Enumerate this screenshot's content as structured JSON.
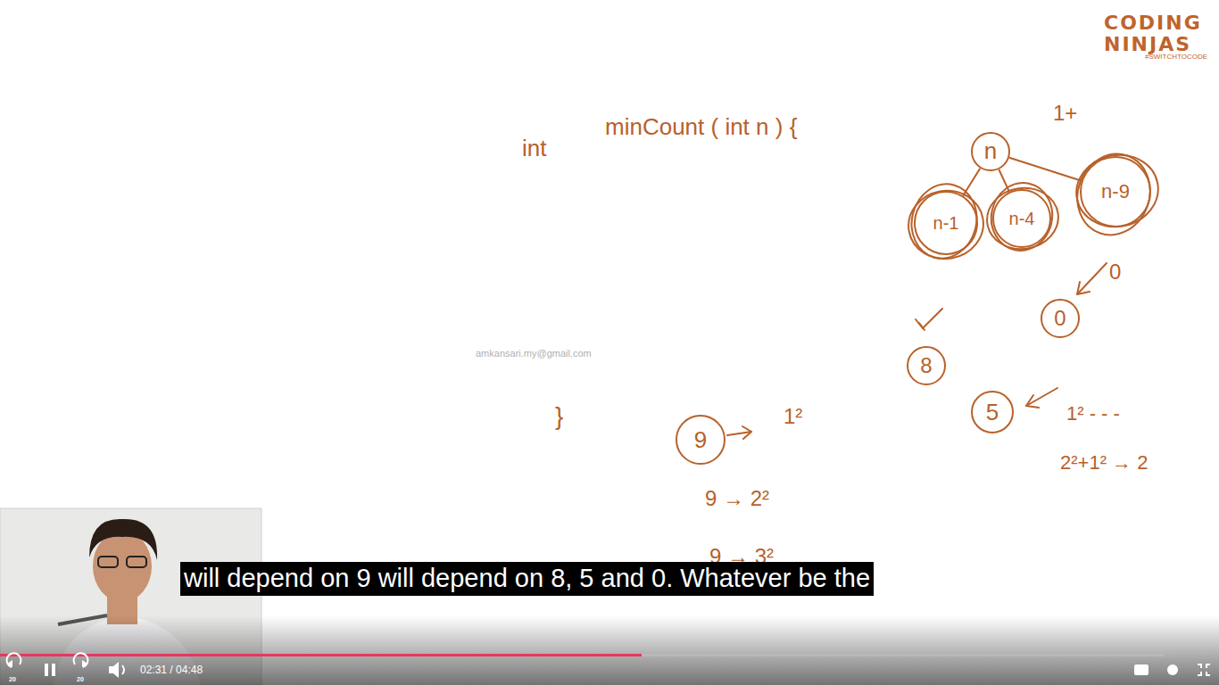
{
  "diagram": {
    "nodes": [
      {
        "text": [
          "n"
        ]
      },
      {
        "text": [
          "n-1"
        ]
      },
      {
        "text": [
          "n-4"
        ]
      },
      {
        "text": [
          "n-9"
        ]
      },
      {
        "text": [
          "0"
        ]
      },
      {
        "text": [
          "8"
        ]
      },
      {
        "text": [
          "5"
        ]
      },
      {
        "text": [
          "9"
        ]
      }
    ],
    "edges": [
      {
        "from": 0,
        "to": 1,
        "arrow": "none"
      },
      {
        "from": 0,
        "to": 2,
        "arrow": "none"
      },
      {
        "from": 0,
        "to": 3,
        "arrow": "none"
      }
    ],
    "labels": [
      "int",
      "minCount ( int n ) {",
      "}",
      "1+",
      "0",
      "1²",
      "1² - - -",
      "2²+1² → 2",
      "9 → 2²",
      "9 → 3²",
      "amkansari.my@gmail.com",
      "CODING",
      "NINJAS",
      "#SWITCHTOCODE",
      "will depend on 9 will depend on 8, 5 and 0. Whatever be the",
      "02:31 / 04:48",
      "20",
      "20"
    ]
  }
}
